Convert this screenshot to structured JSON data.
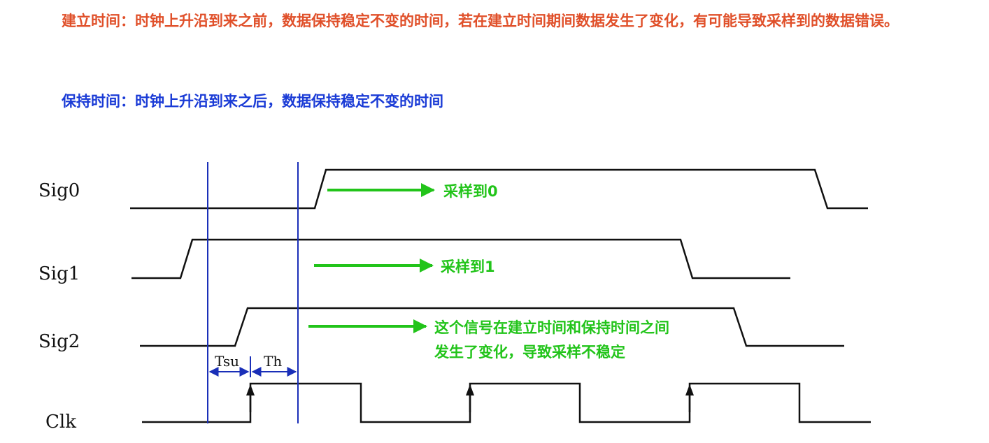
{
  "definitions": {
    "setup_time": "建立时间：时钟上升沿到来之前，数据保持稳定不变的时间，若在建立时间期间数据发生了变化，有可能导致采样到的数据错误。",
    "hold_time": "保持时间：时钟上升沿到来之后，数据保持稳定不变的时间"
  },
  "signals": {
    "sig0": "Sig0",
    "sig1": "Sig1",
    "sig2": "Sig2",
    "clk": "Clk"
  },
  "timing_labels": {
    "tsu": "Tsu",
    "th": "Th"
  },
  "annotations": {
    "sig0_result": "采样到0",
    "sig1_result": "采样到1",
    "sig2_line1": "这个信号在建立时间和保持时间之间",
    "sig2_line2": "发生了变化，导致采样不稳定"
  },
  "colors": {
    "setup_text": "#e0502a",
    "hold_text": "#1a3bd6",
    "annotation": "#22c41a",
    "window_lines": "#1a2fb8",
    "waveform": "#111111"
  }
}
